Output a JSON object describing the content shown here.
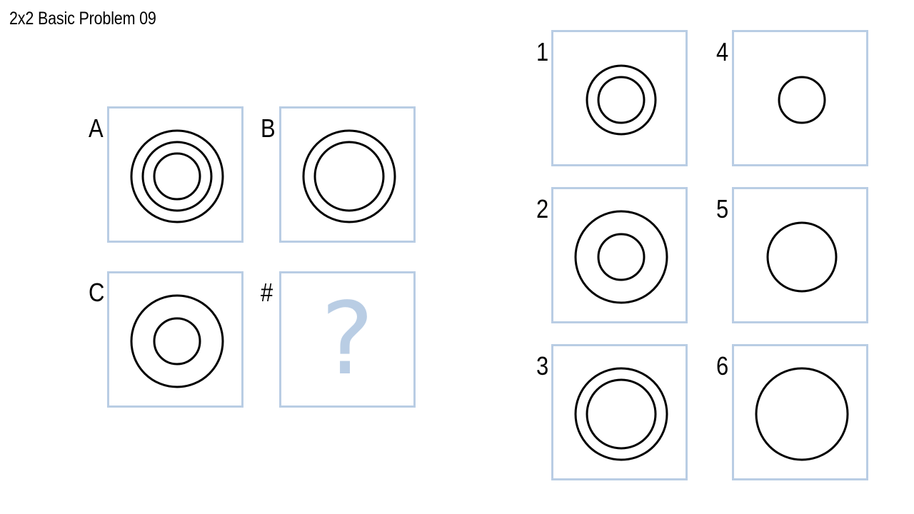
{
  "title": "2x2 Basic Problem 09",
  "colors": {
    "panel_border": "#b9cde4",
    "shape_stroke": "#000000",
    "question_mark": "#b9cde4"
  },
  "matrix": [
    {
      "label": "A",
      "shape": "three concentric circles"
    },
    {
      "label": "B",
      "shape": "two concentric circles"
    },
    {
      "label": "C",
      "shape": "two concentric circles"
    },
    {
      "label": "#",
      "shape": "empty",
      "placeholder": "?"
    }
  ],
  "answers": [
    {
      "label": "1",
      "shape": "two concentric circles"
    },
    {
      "label": "2",
      "shape": "two concentric circles"
    },
    {
      "label": "3",
      "shape": "two concentric circles"
    },
    {
      "label": "4",
      "shape": "circle"
    },
    {
      "label": "5",
      "shape": "circle"
    },
    {
      "label": "6",
      "shape": "circle"
    }
  ]
}
